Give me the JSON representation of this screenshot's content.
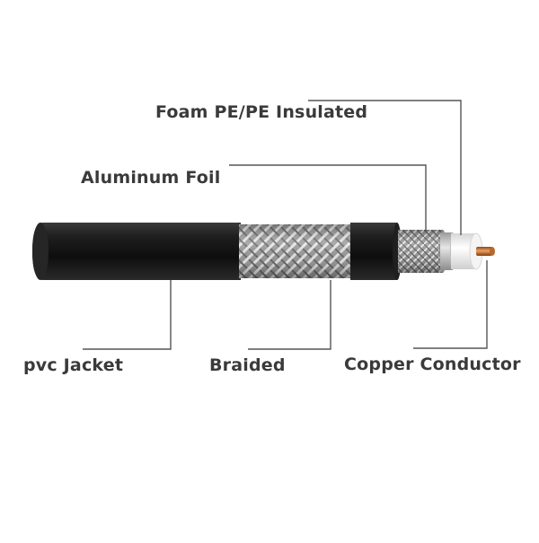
{
  "diagram": {
    "labels": {
      "foam_insulation": "Foam PE/PE Insulated",
      "aluminum_foil": "Aluminum Foil",
      "pvc_jacket": "pvc Jacket",
      "braided": "Braided",
      "copper_conductor": "Copper Conductor"
    },
    "colors": {
      "jacket": "#1a1a1a",
      "braid": "#a9a9a9",
      "foil": "#c4c4c4",
      "insulation": "#f2f2f2",
      "copper": "#c9772f",
      "leader_line": "#555555",
      "label_text": "#3a3a3a"
    }
  }
}
